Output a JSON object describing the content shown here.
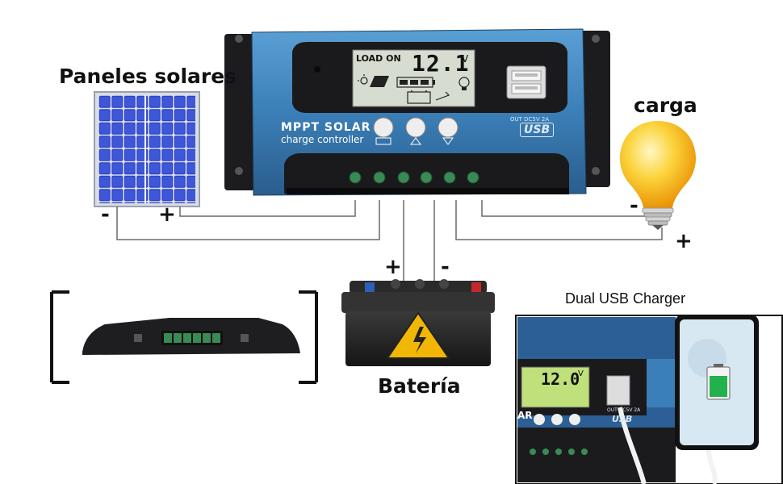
{
  "labels": {
    "solar_panels": "Paneles solares",
    "load": "carga",
    "battery": "Batería",
    "usb_charger": "Dual USB Charger"
  },
  "controller": {
    "status": "LOAD ON",
    "voltage": "12.1",
    "unit": "V",
    "brand_line1": "MPPT SOLAR",
    "brand_line2": "charge controller",
    "usb_spec": "OUT DC5V 2A",
    "usb_logo": "USB"
  },
  "inset": {
    "voltage": "12.0",
    "unit": "V",
    "brand_partial": "AR",
    "usb_spec": "OUT DC5V 2A",
    "usb_logo": "USB"
  },
  "signs": {
    "panel_minus": "-",
    "panel_plus": "+",
    "battery_plus": "+",
    "battery_minus": "-",
    "load_minus": "-",
    "load_plus": "+"
  },
  "colors": {
    "controller_blue": "#3b7fb8",
    "controller_dark": "#1b1b1d",
    "lcd_bg": "#d6dccf",
    "panel_blue": "#2f47c9",
    "battery_warning": "#f2b705",
    "bulb_yellow": "#f6a711",
    "phone_green": "#22b14c"
  }
}
